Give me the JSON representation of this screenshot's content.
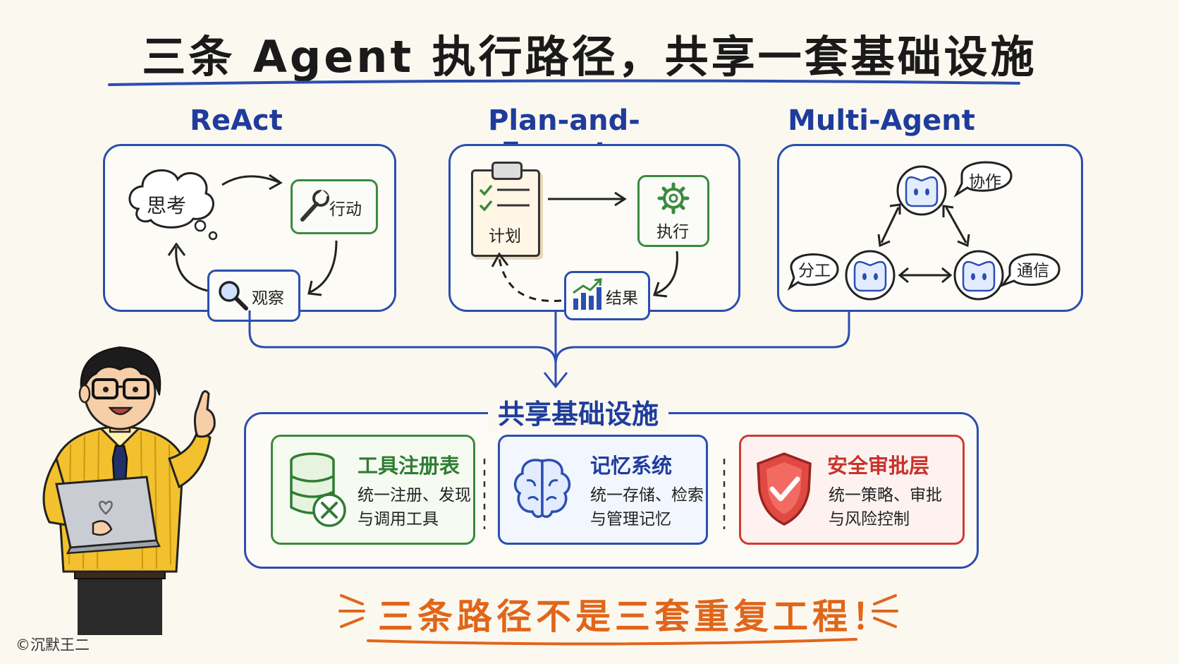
{
  "title": "三条 Agent 执行路径，共享一套基础设施",
  "paths": {
    "react": {
      "name": "ReAct",
      "think": "思考",
      "act": "行动",
      "observe": "观察"
    },
    "plan": {
      "name": "Plan-and-Execute",
      "plan": "计划",
      "execute": "执行",
      "result": "结果"
    },
    "multi": {
      "name": "Multi-Agent",
      "collab": "协作",
      "divide": "分工",
      "comm": "通信"
    }
  },
  "shared": {
    "heading": "共享基础设施",
    "tools": {
      "title": "工具注册表",
      "line1": "统一注册、发现",
      "line2": "与调用工具"
    },
    "memory": {
      "title": "记忆系统",
      "line1": "统一存储、检索",
      "line2": "与管理记忆"
    },
    "safety": {
      "title": "安全审批层",
      "line1": "统一策略、审批",
      "line2": "与风险控制"
    }
  },
  "slogan": "三条路径不是三套重复工程！",
  "credit": "©沉默王二",
  "colors": {
    "blue": "#2b4eb0",
    "green": "#3b8a3e",
    "red": "#d23a33",
    "orange": "#e0661a"
  }
}
